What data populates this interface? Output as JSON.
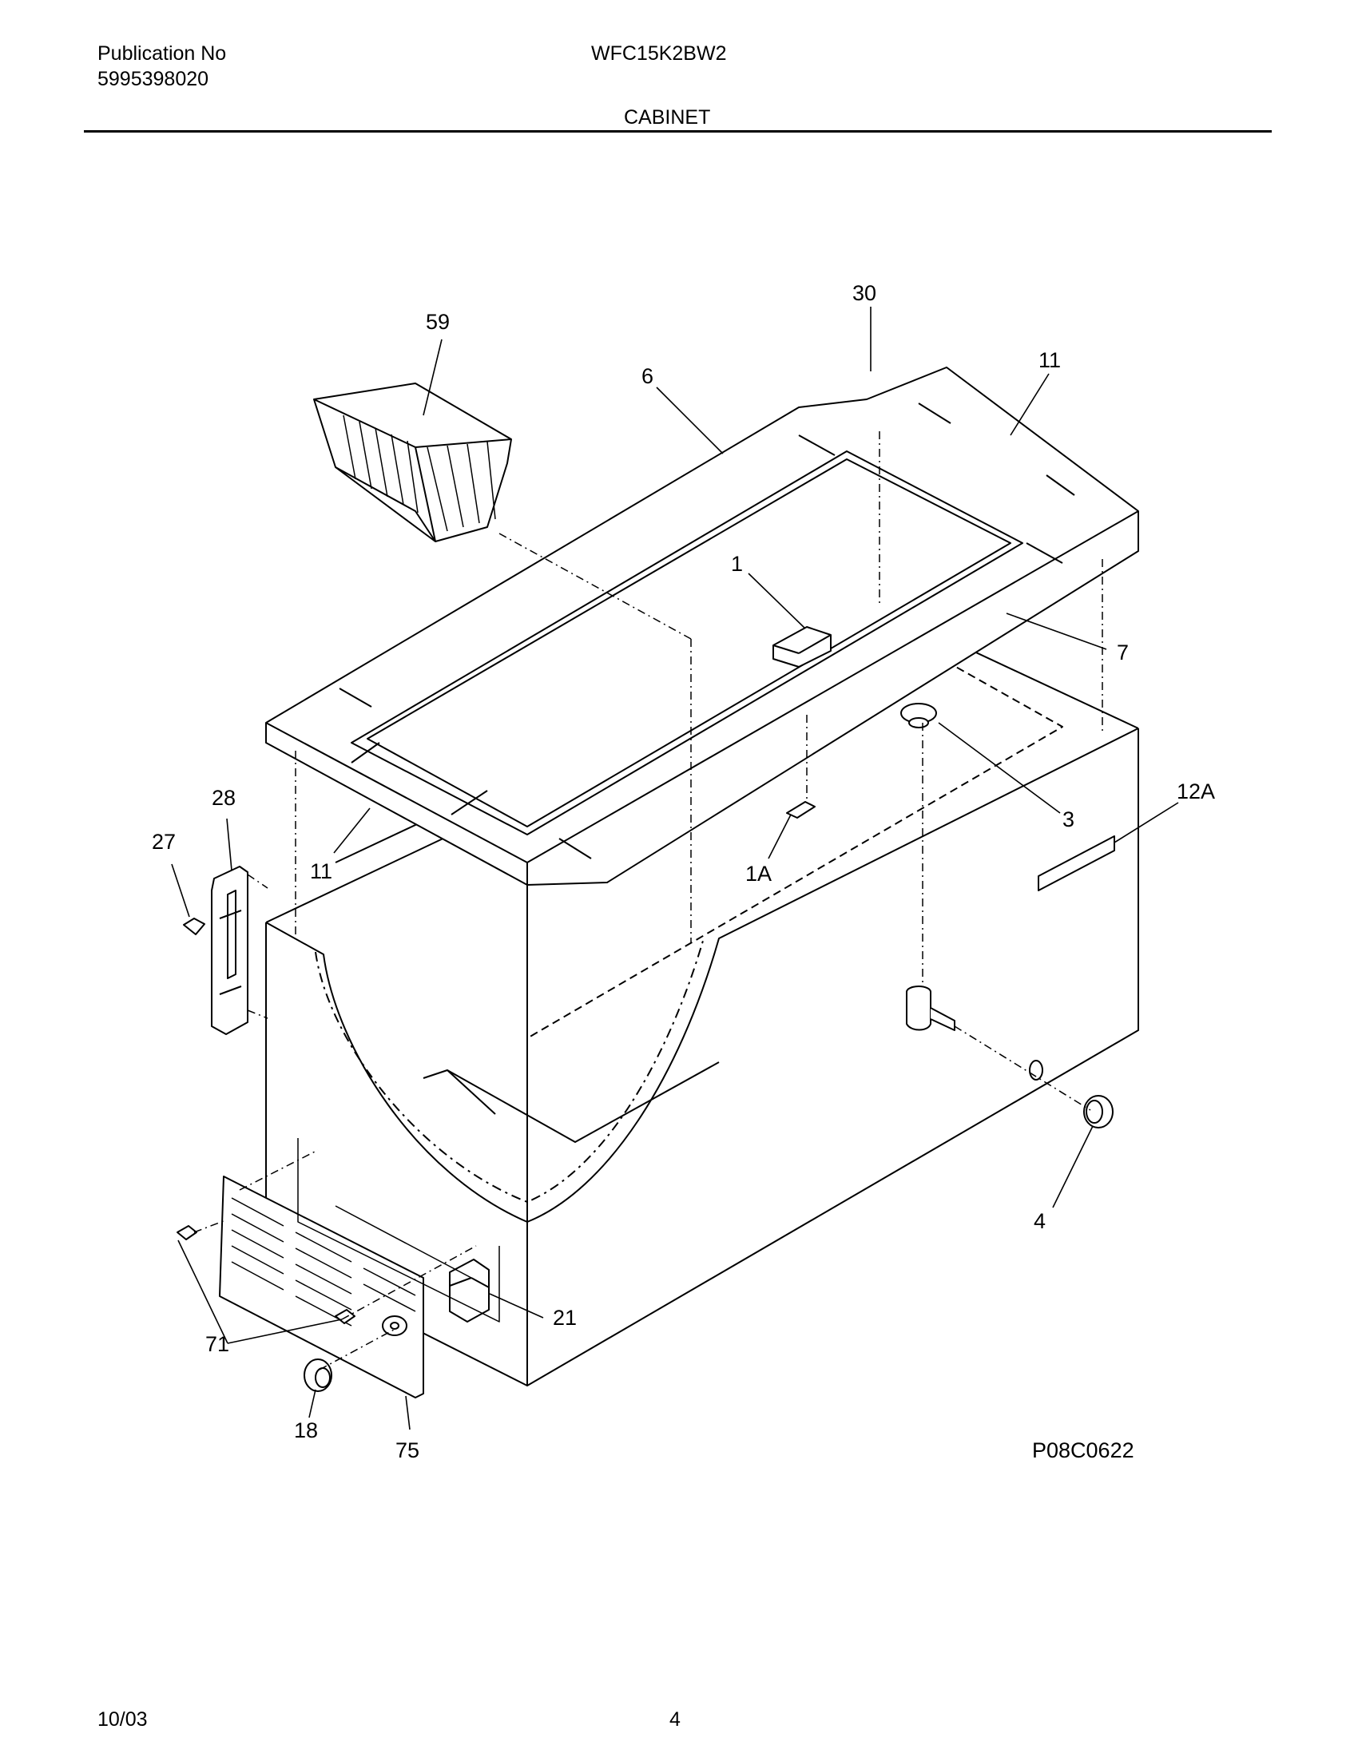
{
  "header": {
    "publication_label": "Publication No",
    "publication_number": "5995398020",
    "model": "WFC15K2BW2",
    "section_title": "CABINET"
  },
  "diagram": {
    "figure_code": "P08C0622",
    "callouts": [
      "59",
      "30",
      "6",
      "11",
      "1",
      "7",
      "3",
      "12A",
      "28",
      "27",
      "11",
      "1A",
      "4",
      "21",
      "71",
      "18",
      "75"
    ]
  },
  "footer": {
    "date": "10/03",
    "page_number": "4"
  }
}
